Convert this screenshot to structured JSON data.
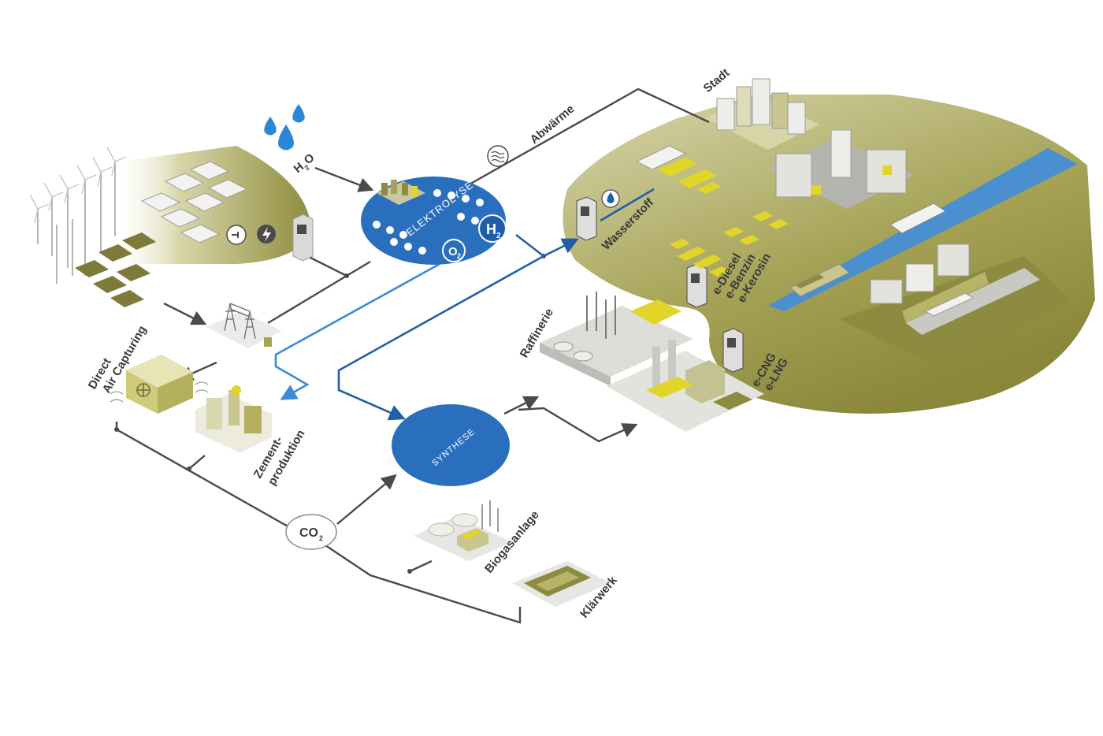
{
  "labels": {
    "h2o": "H",
    "h2o_sub": "2",
    "h2o_o": "O",
    "abwaerme": "Abwärme",
    "stadt": "Stadt",
    "elektrolyse": "ELEKTROLYSE",
    "h2": "H",
    "h2_sub": "2",
    "o2": "O",
    "o2_sub": "2",
    "wasserstoff": "Wasserstoff",
    "e_diesel": "e-Diesel",
    "e_benzin": "e-Benzin",
    "e_kerosin": "e-Kerosin",
    "raffinerie": "Raffinerie",
    "e_cng": "e-CNG",
    "e_lng": "e-LNG",
    "direct": "Direct",
    "air_capturing": "Air Capturing",
    "zement": "Zement-",
    "produktion": "produktion",
    "synthese": "SYNTHESE",
    "co2": "CO",
    "co2_sub": "2",
    "biogasanlage": "Biogasanlage",
    "klaerwerk": "Klärwerk"
  },
  "colors": {
    "process_blue": "#2a6fbd",
    "line_dark_blue": "#1f5fa8",
    "line_light_blue": "#3a8ad6",
    "olive": "#8c8a3c",
    "yellow": "#e1d52a",
    "river": "#4a90d0",
    "grey_line": "#4a4a4a"
  },
  "icons": [
    "water-drop-icon",
    "heat-wave-icon",
    "plug-icon",
    "lightning-icon",
    "hydrogen-drop-icon",
    "fuel-pump-icon",
    "wind-turbine-icon",
    "solar-panel-icon",
    "power-pylon-icon",
    "fan-icon"
  ]
}
